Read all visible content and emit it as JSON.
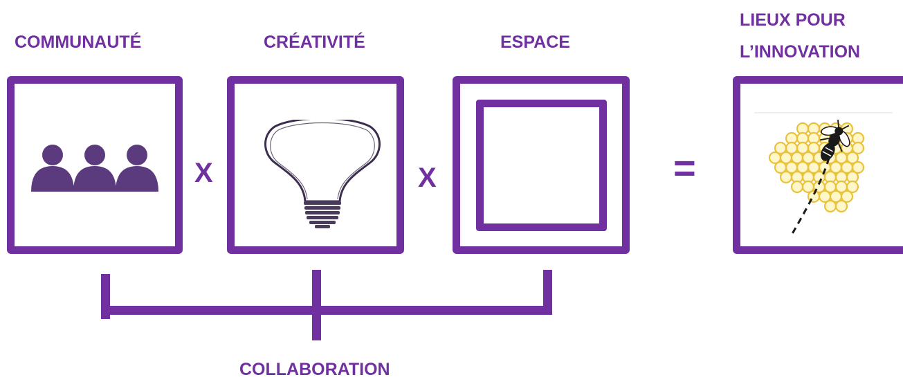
{
  "labels": {
    "community": "COMMUNAUTÉ",
    "creativity": "CRÉATIVITÉ",
    "space": "ESPACE",
    "places_line1": "LIEUX POUR",
    "places_line2": "L’INNOVATION",
    "collaboration": "COLLABORATION"
  },
  "operators": {
    "times_1": "X",
    "times_2": "X",
    "equals": "="
  },
  "colors": {
    "accent": "#7030A0",
    "people_fill": "#5B3A7E",
    "bulb_stroke": "#3D2E4F",
    "honeycomb": "#E9C23B"
  },
  "icons": {
    "community": "people-group-icon",
    "creativity": "lightbulb-icon",
    "space": "square-frame-icon",
    "places": "honeycomb-bee-icon"
  }
}
